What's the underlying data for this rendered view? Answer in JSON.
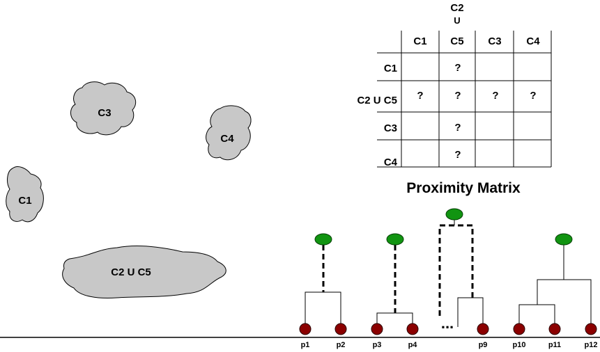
{
  "clusters": {
    "c3": "C3",
    "c4": "C4",
    "c1": "C1",
    "c2c5": "C2 U C5"
  },
  "matrix": {
    "title": "Proximity Matrix",
    "merged_header_line1": "C2",
    "merged_header_line2": "U",
    "merged_header_line3": "C5",
    "col_headers": [
      "C1",
      "C3",
      "C4"
    ],
    "row_headers": [
      "C1",
      "C2 U C5",
      "C3",
      "C4"
    ],
    "cell_mark": "?"
  },
  "dendrogram": {
    "ellipsis": "...",
    "leaf_labels": [
      "p1",
      "p2",
      "p3",
      "p4",
      "p9",
      "p10",
      "p11",
      "p12"
    ]
  },
  "colors": {
    "cluster_fill": "#c8c8c8",
    "leaf_fill": "#8b0000",
    "root_fill": "#119411"
  }
}
